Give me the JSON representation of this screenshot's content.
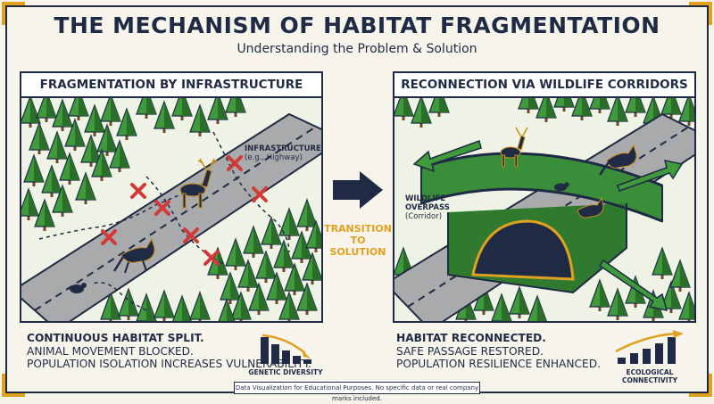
{
  "header": {
    "title": "THE MECHANISM OF HABITAT FRAGMENTATION",
    "subtitle": "Understanding the Problem & Solution"
  },
  "left_panel": {
    "heading": "FRAGMENTATION BY INFRASTRUCTURE",
    "infra_label_title": "INFRASTRUCTURE",
    "infra_label_sub": "(e.g., Highway)"
  },
  "right_panel": {
    "heading": "RECONNECTION VIA WILDLIFE CORRIDORS",
    "overpass_label_line1": "WILDLIFE",
    "overpass_label_line2": "OVERPASS",
    "overpass_label_sub": "(Corridor)"
  },
  "transition": {
    "line1": "TRANSITION",
    "line2": "TO SOLUTION"
  },
  "bottom_left": {
    "line1": "CONTINUOUS HABITAT SPLIT.",
    "line2": "ANIMAL MOVEMENT BLOCKED.",
    "line3": "POPULATION ISOLATION INCREASES VULNERABILITY.",
    "icon_caption": "GENETIC DIVERSITY",
    "icon_trend": "decreasing"
  },
  "bottom_right": {
    "line1": "HABITAT RECONNECTED.",
    "line2": "SAFE PASSAGE RESTORED.",
    "line3": "POPULATION RESILIENCE ENHANCED.",
    "icon_caption": "ECOLOGICAL CONNECTIVITY",
    "icon_trend": "increasing"
  },
  "footer": {
    "text": "Data Visualization for Educational Purposes. No specific data or real company marks included."
  },
  "colors": {
    "navy": "#1f2a44",
    "gold": "#e0a020",
    "forest": "#3f9a3c",
    "forest_dark": "#2b6e2a",
    "road": "#a9aaab",
    "blocked": "#d23a3a",
    "overpass": "#3a8e3a"
  }
}
